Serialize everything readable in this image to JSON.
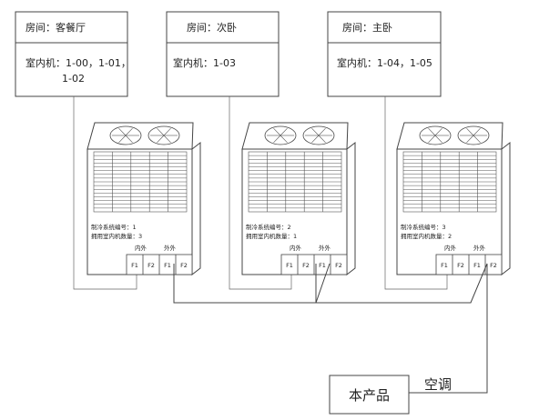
{
  "rooms": [
    {
      "room_label": "房间：客餐厅",
      "units_line1": "室内机：1-00，1-01，",
      "units_line2": "1-02"
    },
    {
      "room_label": "房间：次卧",
      "units_line1": "室内机：1-03",
      "units_line2": ""
    },
    {
      "room_label": "房间：主卧",
      "units_line1": "室内机：1-04，1-05",
      "units_line2": ""
    }
  ],
  "outdoor_units": [
    {
      "system_no": "制冷系统编号：1",
      "indoor_count": "拥用室内机数量：3",
      "inner_label": "内外",
      "outer_label": "外外",
      "terminals": [
        "F1",
        "F2",
        "F1",
        "F2"
      ]
    },
    {
      "system_no": "制冷系统编号：2",
      "indoor_count": "拥用室内机数量：1",
      "inner_label": "内外",
      "outer_label": "外外",
      "terminals": [
        "F1",
        "F2",
        "F1",
        "F2"
      ]
    },
    {
      "system_no": "制冷系统编号：3",
      "indoor_count": "拥用室内机数量：2",
      "inner_label": "内外",
      "outer_label": "外外",
      "terminals": [
        "F1",
        "F2",
        "F1",
        "F2"
      ]
    }
  ],
  "product": {
    "label": "本产品",
    "connection_label": "空调"
  }
}
